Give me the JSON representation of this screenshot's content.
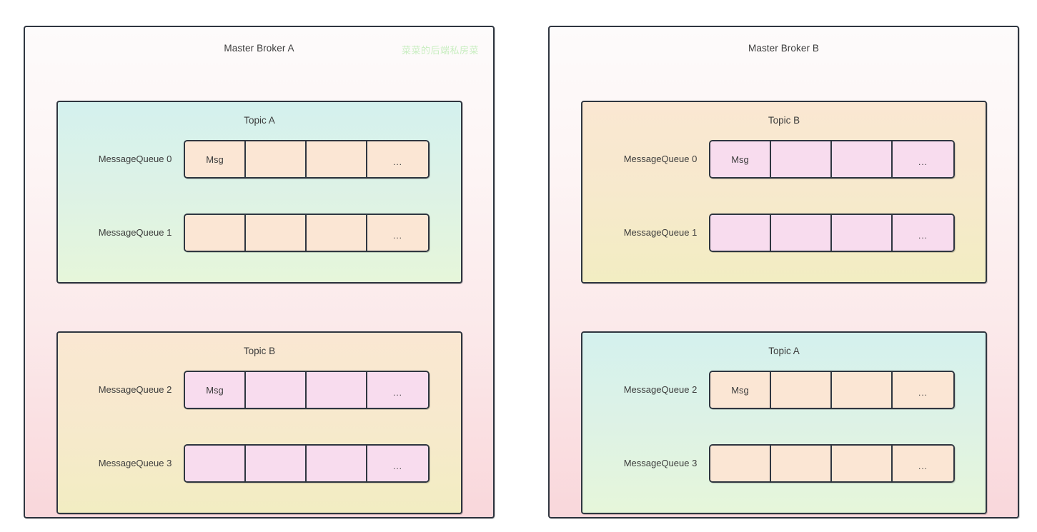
{
  "diagram": {
    "title_text_color": "#3c3c3c",
    "border_color": "#2f3640",
    "watermark": "菜菜的后端私房菜",
    "watermark_color": "#c8eec0",
    "palette": {
      "broker_bg_top": "#fdfbfb",
      "broker_bg_bottom": "#f9d7db",
      "topic_a_top": "#d4f1ee",
      "topic_a_bottom": "#e6f6da",
      "topic_b_top": "#fae7d2",
      "topic_b_bottom": "#f2edc2",
      "cell_peach": "#fbe6d4",
      "cell_pink": "#f8dcee"
    },
    "msg_label": "Msg",
    "ellipsis_label": "..."
  },
  "brokers": [
    {
      "name": "Master Broker A",
      "topics": [
        {
          "name": "Topic A",
          "theme": "theme-a",
          "cell_fill": "fill-peach",
          "queues": [
            {
              "label": "MessageQueue 0",
              "cells": [
                "Msg",
                "",
                "",
                "..."
              ]
            },
            {
              "label": "MessageQueue 1",
              "cells": [
                "",
                "",
                "",
                "..."
              ]
            }
          ]
        },
        {
          "name": "Topic B",
          "theme": "theme-b",
          "cell_fill": "fill-pink",
          "queues": [
            {
              "label": "MessageQueue 2",
              "cells": [
                "Msg",
                "",
                "",
                "..."
              ]
            },
            {
              "label": "MessageQueue 3",
              "cells": [
                "",
                "",
                "",
                "..."
              ]
            }
          ]
        }
      ]
    },
    {
      "name": "Master Broker B",
      "topics": [
        {
          "name": "Topic B",
          "theme": "theme-b",
          "cell_fill": "fill-pink",
          "queues": [
            {
              "label": "MessageQueue 0",
              "cells": [
                "Msg",
                "",
                "",
                "..."
              ]
            },
            {
              "label": "MessageQueue 1",
              "cells": [
                "",
                "",
                "",
                "..."
              ]
            }
          ]
        },
        {
          "name": "Topic A",
          "theme": "theme-a",
          "cell_fill": "fill-peach",
          "queues": [
            {
              "label": "MessageQueue 2",
              "cells": [
                "Msg",
                "",
                "",
                "..."
              ]
            },
            {
              "label": "MessageQueue 3",
              "cells": [
                "",
                "",
                "",
                "..."
              ]
            }
          ]
        }
      ]
    }
  ]
}
